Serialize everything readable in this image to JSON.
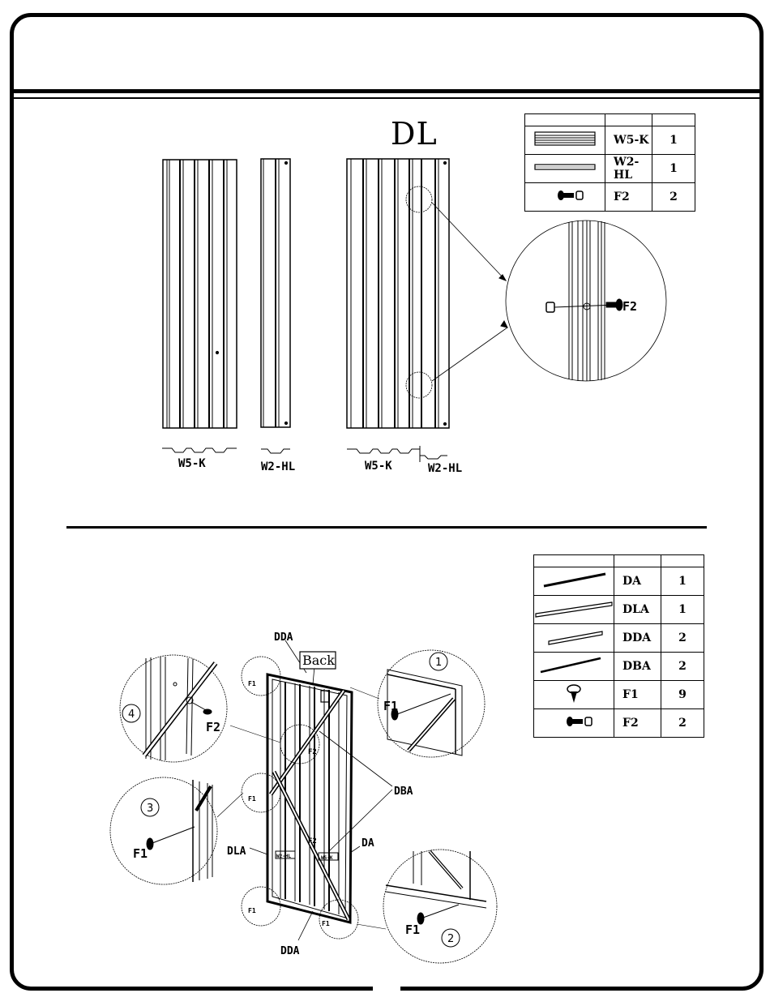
{
  "step_top": {
    "title": "DL",
    "parts": [
      {
        "code": "W5-K",
        "qty": "1",
        "icon": "panel-icon"
      },
      {
        "code": "W2-HL",
        "qty": "1",
        "icon": "narrow-panel-icon"
      },
      {
        "code": "F2",
        "qty": "2",
        "icon": "bolt-nut-icon"
      }
    ],
    "panel_labels": [
      "W5-K",
      "W2-HL",
      "W5-K",
      "W2-HL"
    ],
    "detail_label": "F2"
  },
  "step_bottom": {
    "parts": [
      {
        "code": "DA",
        "qty": "1",
        "icon": "bar-icon"
      },
      {
        "code": "DLA",
        "qty": "1",
        "icon": "long-bar-icon"
      },
      {
        "code": "DDA",
        "qty": "2",
        "icon": "short-bar-icon"
      },
      {
        "code": "DBA",
        "qty": "2",
        "icon": "brace-icon"
      },
      {
        "code": "F1",
        "qty": "9",
        "icon": "screw-icon"
      },
      {
        "code": "F2",
        "qty": "2",
        "icon": "bolt-nut-icon"
      }
    ],
    "callouts": {
      "dda_top": "DDA",
      "back": "Back",
      "dba": "DBA",
      "dla": "DLA",
      "da": "DA",
      "dda_bottom": "DDA",
      "f2_mid": "F2",
      "f2_lower": "F2",
      "panel_tag_left": "W2-HL",
      "panel_tag_right": "W5-K"
    },
    "details": [
      {
        "number": "1",
        "fastener": "F1"
      },
      {
        "number": "2",
        "fastener": "F1"
      },
      {
        "number": "3",
        "fastener": "F1"
      },
      {
        "number": "4",
        "fastener": "F2"
      }
    ],
    "corner_fastener": "F1"
  }
}
